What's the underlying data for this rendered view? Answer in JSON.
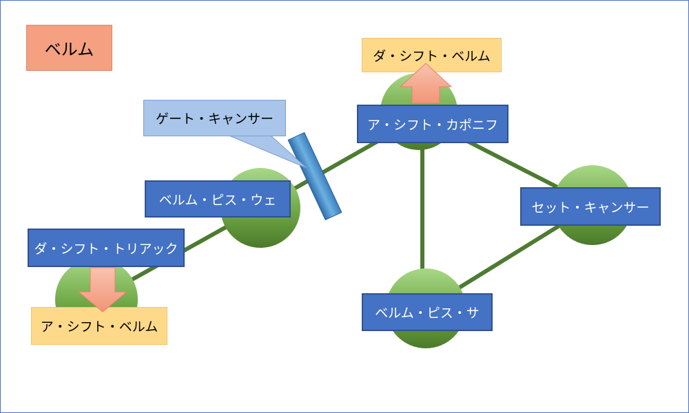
{
  "title": "ベルム",
  "callout": "ゲート・キャンサー",
  "nodes": {
    "belm_pis_we": "ベルム・ピス・ウェ",
    "da_shift_triack": "ダ・シフト・トリアック",
    "a_shift_kaponif": "ア・シフト・カポニフ",
    "set_cancer": "セット・キャンサー",
    "belm_pis_sa": "ベルム・ピス・サ"
  },
  "results": {
    "top": "ダ・シフト・ベルム",
    "bottom": "ア・シフト・ベルム"
  },
  "colors": {
    "frame": "#4a72c4",
    "label_fill": "#4472c4",
    "connector": "#4e7b32",
    "circle_light": "#a8d887",
    "circle_dark": "#4b7a2a",
    "arrow": "#f4a98f",
    "result_fill": "#ffd98a",
    "gate": "#4a93c8"
  }
}
